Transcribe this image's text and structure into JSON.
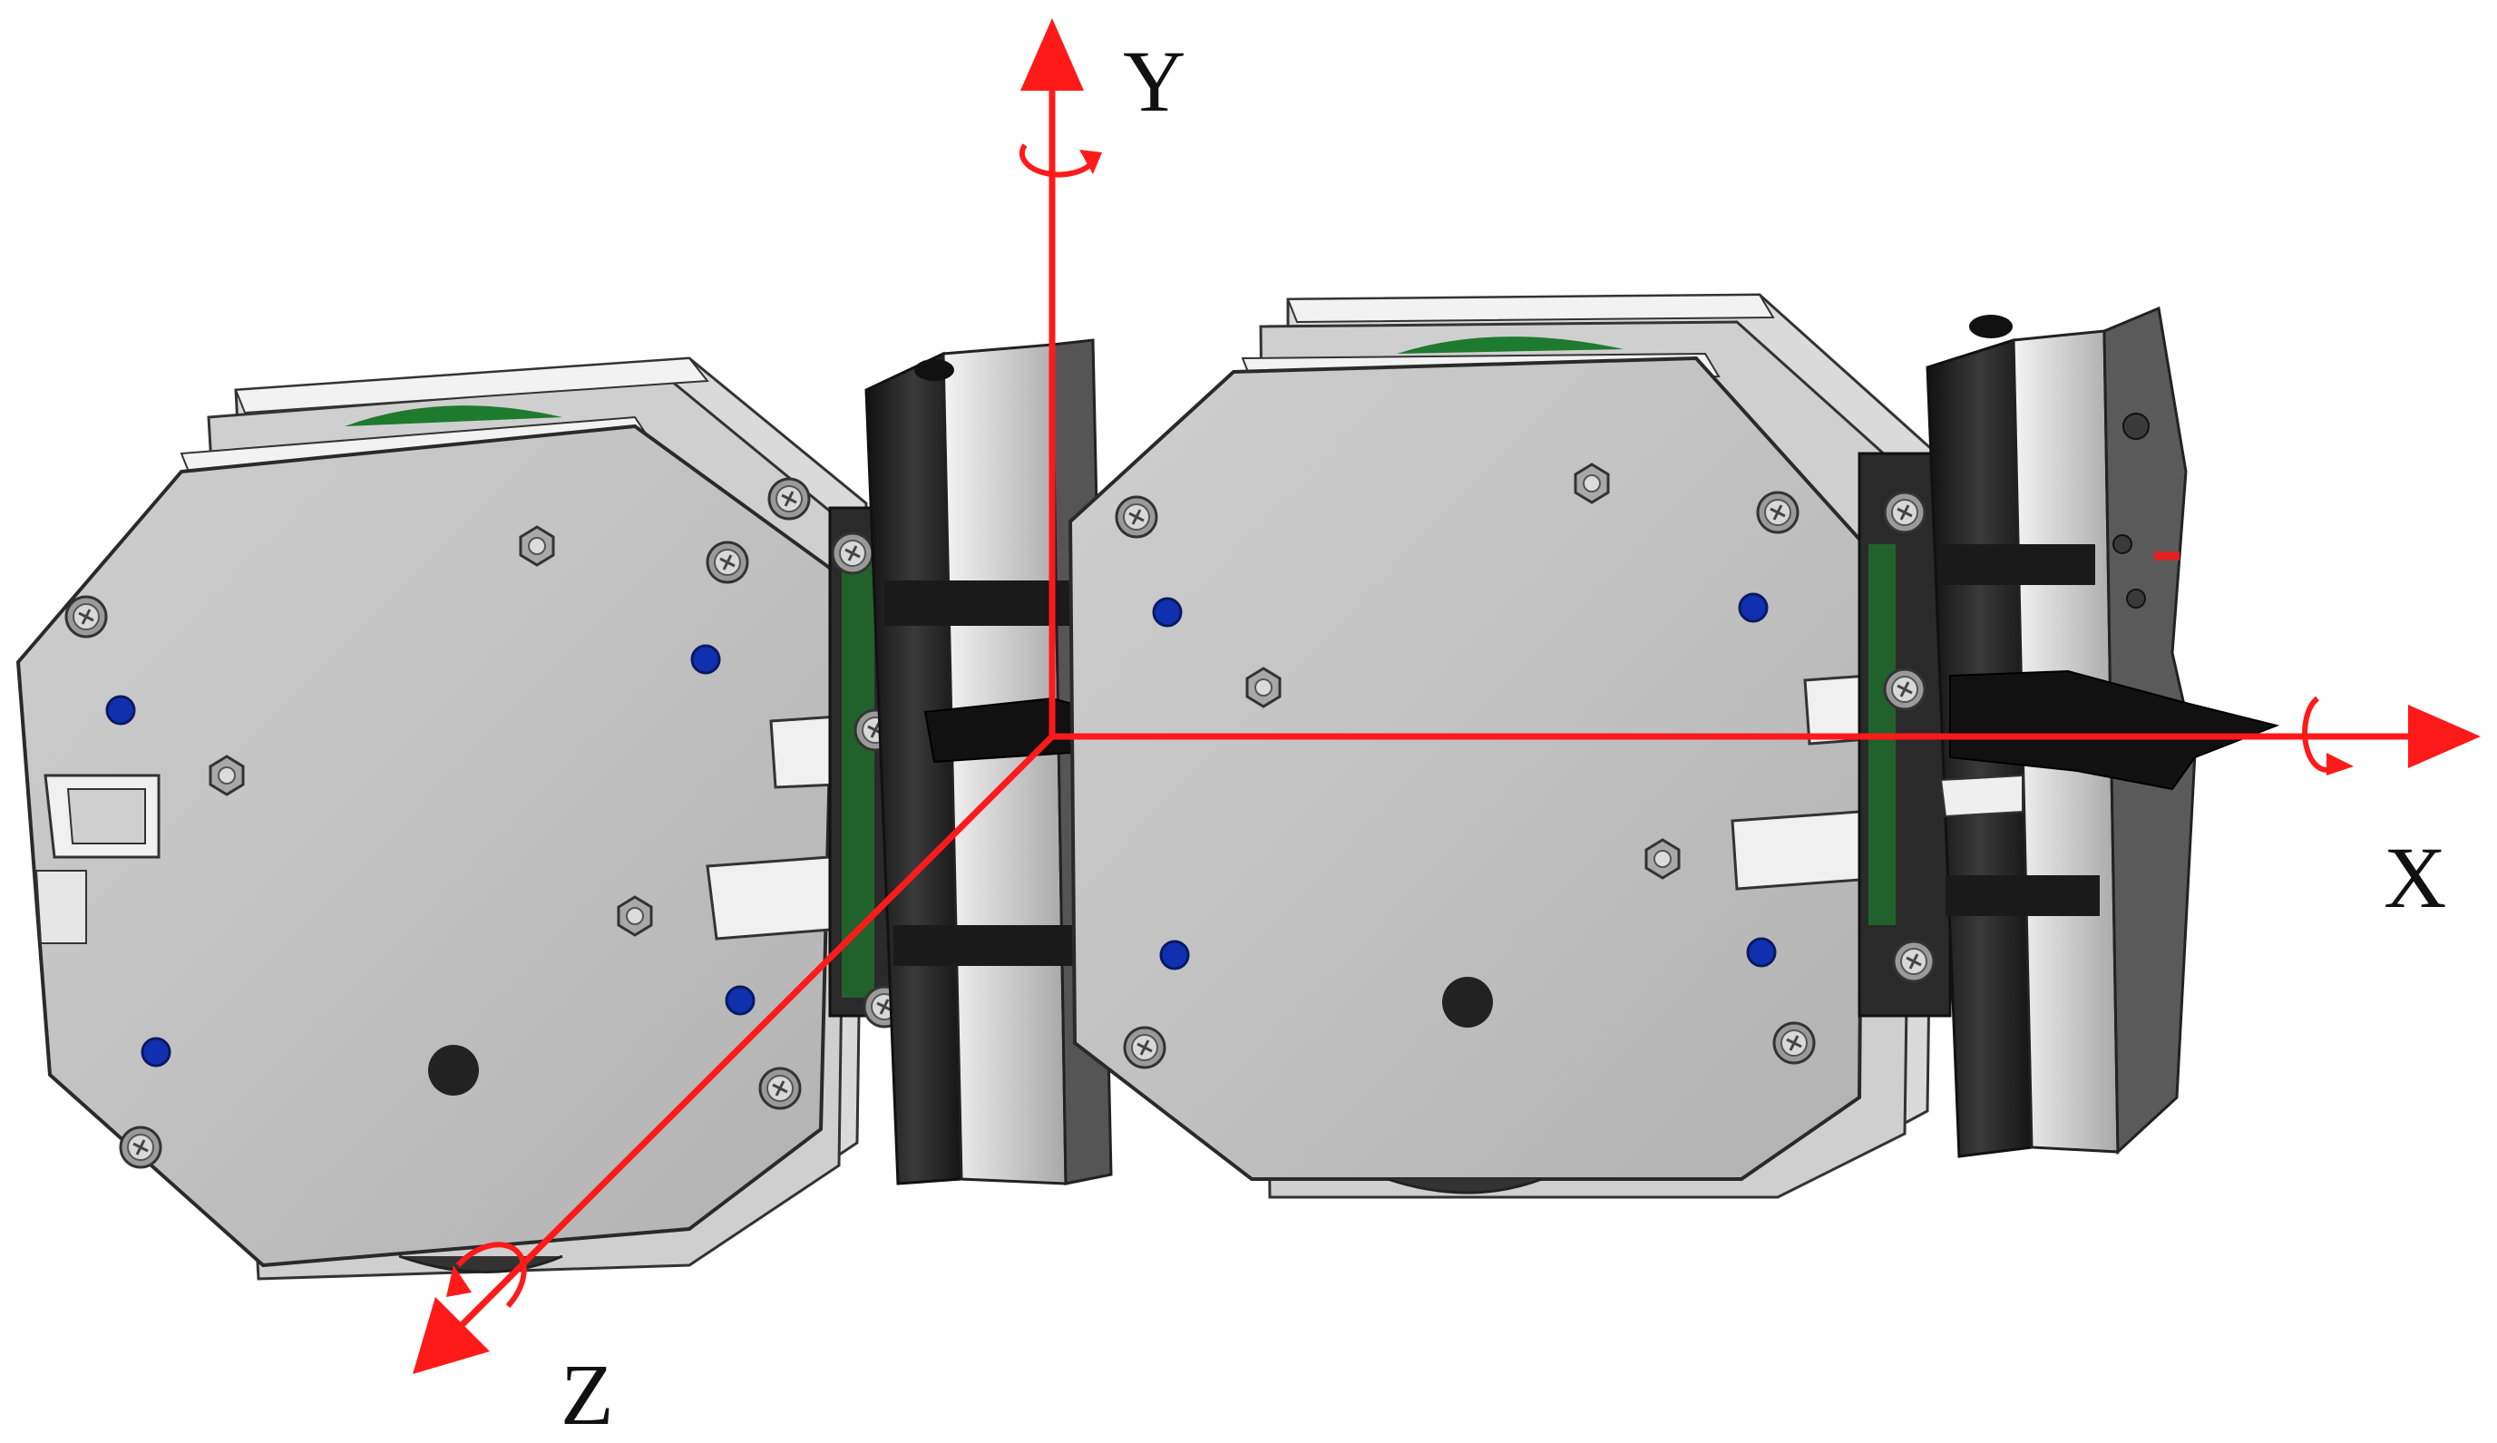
{
  "axes": {
    "x": {
      "label": "X"
    },
    "y": {
      "label": "Y"
    },
    "z": {
      "label": "Z"
    }
  },
  "colors": {
    "axis": "#ff1a1a",
    "plate": "#bdbdbd",
    "plate_edge": "#e8e8e8",
    "dark_part": "#1f1f1f",
    "blue_marker": "#1030b0",
    "green_part": "#1e7a2e"
  },
  "components": {
    "left_module": "module-left",
    "right_module": "module-right",
    "joint_left": "connector-joint-left",
    "joint_right": "connector-joint-right"
  }
}
